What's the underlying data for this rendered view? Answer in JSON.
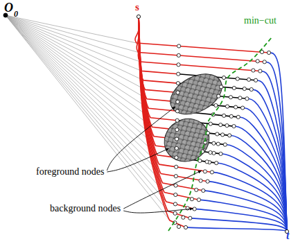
{
  "diagram": {
    "labels": [
      "O",
      "0",
      "s",
      "t",
      "min−cut",
      "foreground nodes",
      "background nodes"
    ]
  }
}
